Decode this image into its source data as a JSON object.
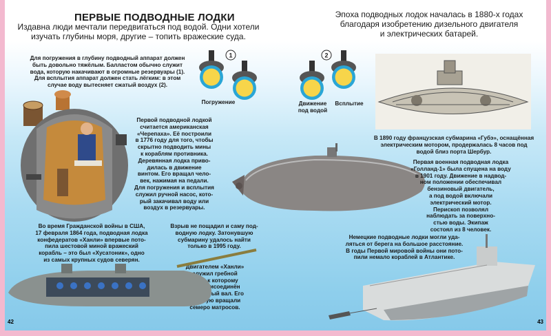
{
  "left": {
    "title": "ПЕРВЫЕ ПОДВОДНЫЕ ЛОДКИ",
    "intro": [
      "Издавна люди мечтали передвигаться под водой. Одни хотели",
      "изучать глубины моря, другие – топить вражеские суда."
    ],
    "ballast": [
      "Для погружения в глубину подводный аппарат должен",
      "быть довольно тяжёлым. Балластом обычно служит",
      "вода, которую накачивают в огромные резервуары (1).",
      "Для всплытия аппарат должен стать лёгким: в этом",
      "случае воду вытесняет сжатый воздух (2)."
    ],
    "label_dive": "Погружение",
    "turtle": [
      "Первой подводной лодкой",
      "считается американская",
      "«Черепаха». Её построили",
      "в 1776 году для того, чтобы",
      "скрытно подводить мины",
      "к кораблям противника.",
      "Деревянная лодка приво-",
      "дилась в движение",
      "винтом. Его вращал чело-",
      "век, нажимая на педали.",
      "Для погружения и всплытия",
      "служил ручной насос, кото-",
      "рый закачивал воду или",
      "воздух в резервуары."
    ],
    "hunley": [
      "Во время Гражданской войны в США,",
      "17 февраля 1864 года, подводная лодка",
      "конфедератов «Ханли» впервые пото-",
      "пила шестовой миной вражеский",
      "корабль – это был «Хусатоник», одно",
      "из самых крупных судов северян."
    ],
    "explosion": [
      "Взрыв не пощадил и саму под-",
      "водную лодку. Затонувшую",
      "субмарину удалось найти",
      "только в 1995 году."
    ],
    "engine": [
      "Двигателем «Ханли»",
      "служил гребной",
      "винт, к которому",
      "был присоединён",
      "коленчатый вал. Его",
      "вручную вращали",
      "семеро матросов."
    ],
    "page_number": "42"
  },
  "right": {
    "intro": [
      "Эпоха подводных лодок началась в 1880-х годах",
      "благодаря изобретению дизельного двигателя",
      "и электрических батарей."
    ],
    "label_underwater": [
      "Движение",
      "под водой"
    ],
    "label_surface": "Всплытие",
    "gubet": [
      "В 1890 году французская субмарина «Губэ», оснащённая",
      "электрическим мотором, продержалась 8 часов под",
      "водой близ порта Шербур."
    ],
    "holland": [
      "Первая военная подводная лодка",
      "«Голланд-1» была спущена на воду",
      "в 1901 году. Движение в надвод-",
      "ном положении обеспечивал",
      "бензиновый двигатель,",
      "а под водой включали",
      "электрический мотор.",
      "Перископ позволял",
      "наблюдать за поверхно-",
      "стью воды. Экипаж",
      "состоял из 8 человек."
    ],
    "german": [
      "Немецкие подводные лодки могли уда-",
      "ляться от берега на большое расстояние.",
      "В годы Первой мировой войны они пото-",
      "пили немало кораблей в Атлантике."
    ],
    "page_number": "43"
  },
  "markers": [
    "1",
    "2"
  ],
  "colors": {
    "page_border": "#f3b9cf",
    "water": "#8fcfec",
    "ballast_yellow": "#f7d54a",
    "ballast_ring": "#2aa6d6"
  }
}
